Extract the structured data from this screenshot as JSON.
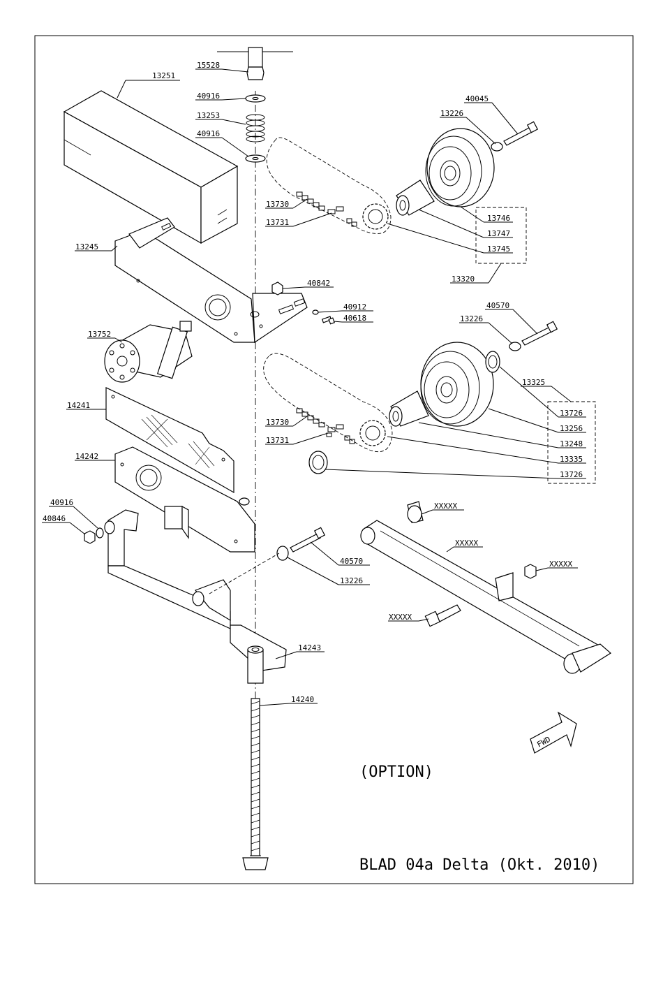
{
  "labels": {
    "p15528": "15528",
    "p13251": "13251",
    "p40916a": "40916",
    "p13253": "13253",
    "p40916b": "40916",
    "p40045": "40045",
    "p13226a": "13226",
    "p13730a": "13730",
    "p13731a": "13731",
    "p13746": "13746",
    "p13747": "13747",
    "p13745": "13745",
    "p13320": "13320",
    "p13245": "13245",
    "p40842": "40842",
    "p40912": "40912",
    "p40618": "40618",
    "p40570a": "40570",
    "p13226b": "13226",
    "p13752": "13752",
    "p13325": "13325",
    "p14241": "14241",
    "p13730b": "13730",
    "p13726a": "13726",
    "p13256": "13256",
    "p13731b": "13731",
    "p13248": "13248",
    "p13335": "13335",
    "p13726b": "13726",
    "p14242": "14242",
    "xxx1": "XXXXX",
    "xxx2": "XXXXX",
    "p40916c": "40916",
    "p40846": "40846",
    "xxx3": "XXXXX",
    "p40570b": "40570",
    "p13226c": "13226",
    "xxx4": "XXXXX",
    "p14243": "14243",
    "p14240": "14240",
    "fwd": "FWD"
  },
  "option_text": "(OPTION)",
  "title_block": "BLAD 04a Delta (Okt. 2010)"
}
